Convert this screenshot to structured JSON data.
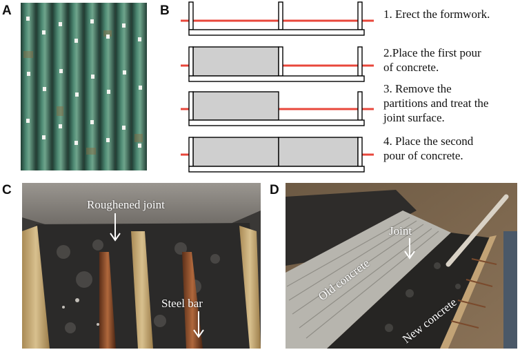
{
  "panels": {
    "a": {
      "label": "A"
    },
    "b": {
      "label": "B"
    },
    "c": {
      "label": "C"
    },
    "d": {
      "label": "D"
    }
  },
  "steps": [
    "1. Erect the formwork.",
    "2.Place the first pour\nof concrete.",
    "3. Remove the\npartitions and treat the\njoint surface.",
    "4. Place the second\npour of concrete."
  ],
  "photo_c": {
    "annotations": {
      "roughened_joint": "Roughened joint",
      "steel_bar": "Steel bar"
    }
  },
  "photo_d": {
    "annotations": {
      "joint": "Joint",
      "old_concrete": "Old concrete",
      "new_concrete": "New concrete"
    }
  },
  "colors": {
    "rebar_red": "#e8473b",
    "concrete_fill": "#cfcfcf",
    "formwork_stroke": "#000000"
  }
}
